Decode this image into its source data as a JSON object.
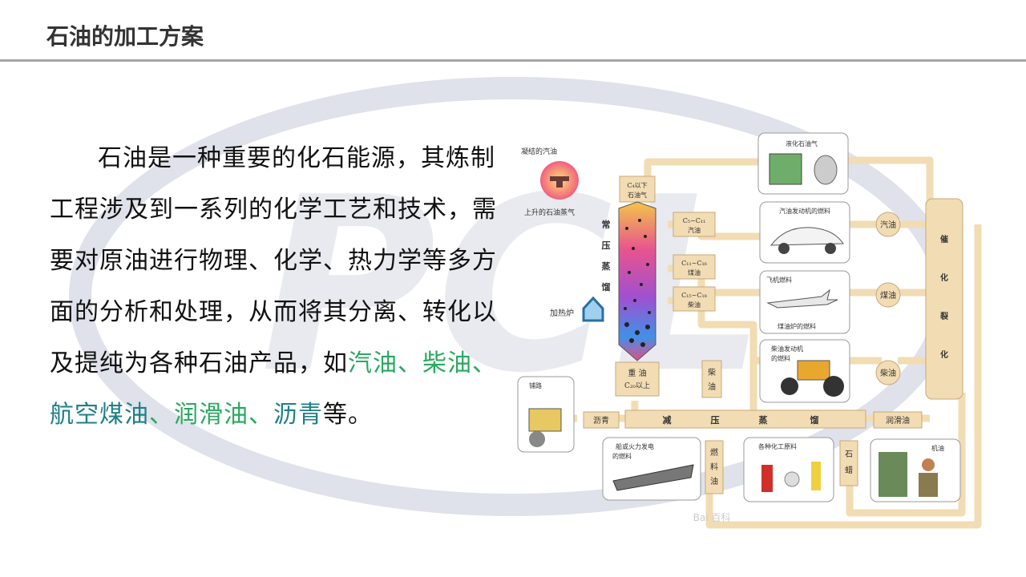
{
  "header": {
    "title": "石油的加工方案"
  },
  "watermark": {
    "text": "PCL"
  },
  "body": {
    "p1": "石油是一种重要的化石能源，其炼制工程涉及到一系列的化学工艺和技术，需要对原油进行物理、化学、热力学等多方面的分析和处理，从而将其分离、转化以及提纯为各种石油产品，如",
    "products": [
      {
        "text": "汽油",
        "sep": "、"
      },
      {
        "text": "柴油",
        "sep": "、"
      },
      {
        "text": "航空煤油",
        "sep": "、"
      },
      {
        "text": "润滑油",
        "sep": "、"
      },
      {
        "text": "沥青",
        "sep": ""
      }
    ],
    "tail": "等。"
  },
  "diagram": {
    "condensed_gasoline": "凝结的汽油",
    "rising_vapor": "上升的石油蒸气",
    "c4_top": "C₄以下",
    "c4_bottom": "石油气",
    "column": [
      "常",
      "压",
      "蒸",
      "馏"
    ],
    "furnace": "加热炉",
    "cut_c5": "C₅~C₁₁",
    "cut_c5_name": "汽油",
    "cut_c11": "C₁₁~C₁₆",
    "cut_c11_name": "煤油",
    "cut_c15": "C₁₅~C₁₈",
    "cut_c15_name": "柴油",
    "heavy_top": "重 油",
    "heavy_bottom": "C₂₀以上",
    "lpg": "液化石油气",
    "car_fuel": "汽油发动机的燃料",
    "plane_fuel": "飞机燃料",
    "stove_fuel": "煤油炉的燃料",
    "diesel_fuel": "柴油发动机",
    "diesel_fuel2": "的燃料",
    "gasoline": "汽油",
    "kerosene": "煤油",
    "diesel": "柴油",
    "cracking": [
      "催",
      "化",
      "裂",
      "化"
    ],
    "vacuum": [
      "减",
      "压",
      "蒸",
      "馏"
    ],
    "road": "铺路",
    "asphalt": "沥青",
    "lube": "润滑油",
    "diesel_v": [
      "柴",
      "油"
    ],
    "ship_top": "船或火力发电",
    "ship_bottom": "的燃料",
    "fuel_oil": [
      "燃",
      "料",
      "油"
    ],
    "chem": "各种化工原料",
    "wax": [
      "石",
      "蜡"
    ],
    "machine_oil": "机油",
    "source": "Bai 百科"
  }
}
